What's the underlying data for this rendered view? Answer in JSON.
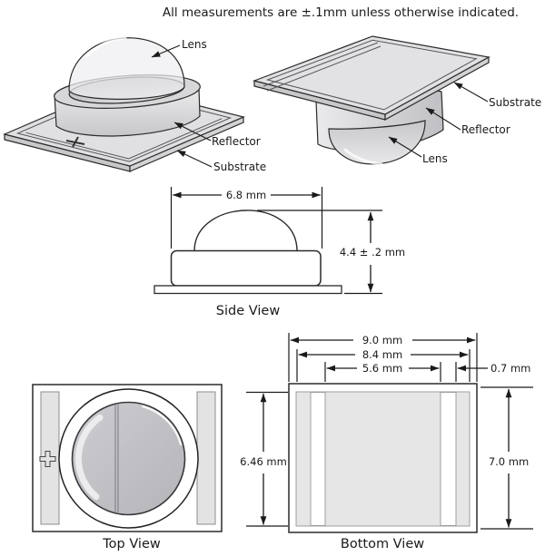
{
  "header": {
    "note": "All measurements are ±.1mm unless otherwise indicated."
  },
  "perspective_top_view": {
    "labels": {
      "lens": "Lens",
      "reflector": "Reflector",
      "substrate": "Substrate"
    }
  },
  "perspective_bottom_view": {
    "labels": {
      "substrate": "Substrate",
      "reflector": "Reflector",
      "lens": "Lens"
    }
  },
  "side_view": {
    "caption": "Side View",
    "dims": {
      "width": "6.8 mm",
      "height": "4.4 ± .2 mm"
    }
  },
  "top_view": {
    "caption": "Top View"
  },
  "bottom_view": {
    "caption": "Bottom View",
    "dims": {
      "outer_width": "9.0 mm",
      "substrate_width": "8.4 mm",
      "center_pad_width": "5.6 mm",
      "side_pad_width": "0.7 mm",
      "pad_height": "6.46 mm",
      "outer_height": "7.0 mm"
    }
  },
  "colors": {
    "line": "#2b2b2b",
    "text": "#1a1a1c",
    "substrate_gray": "#e1e1e3",
    "reflector_gray": "#d0d0d3",
    "lens_dome_gray": "#bfbfc3",
    "pad_gray": "#e6e6e7"
  }
}
